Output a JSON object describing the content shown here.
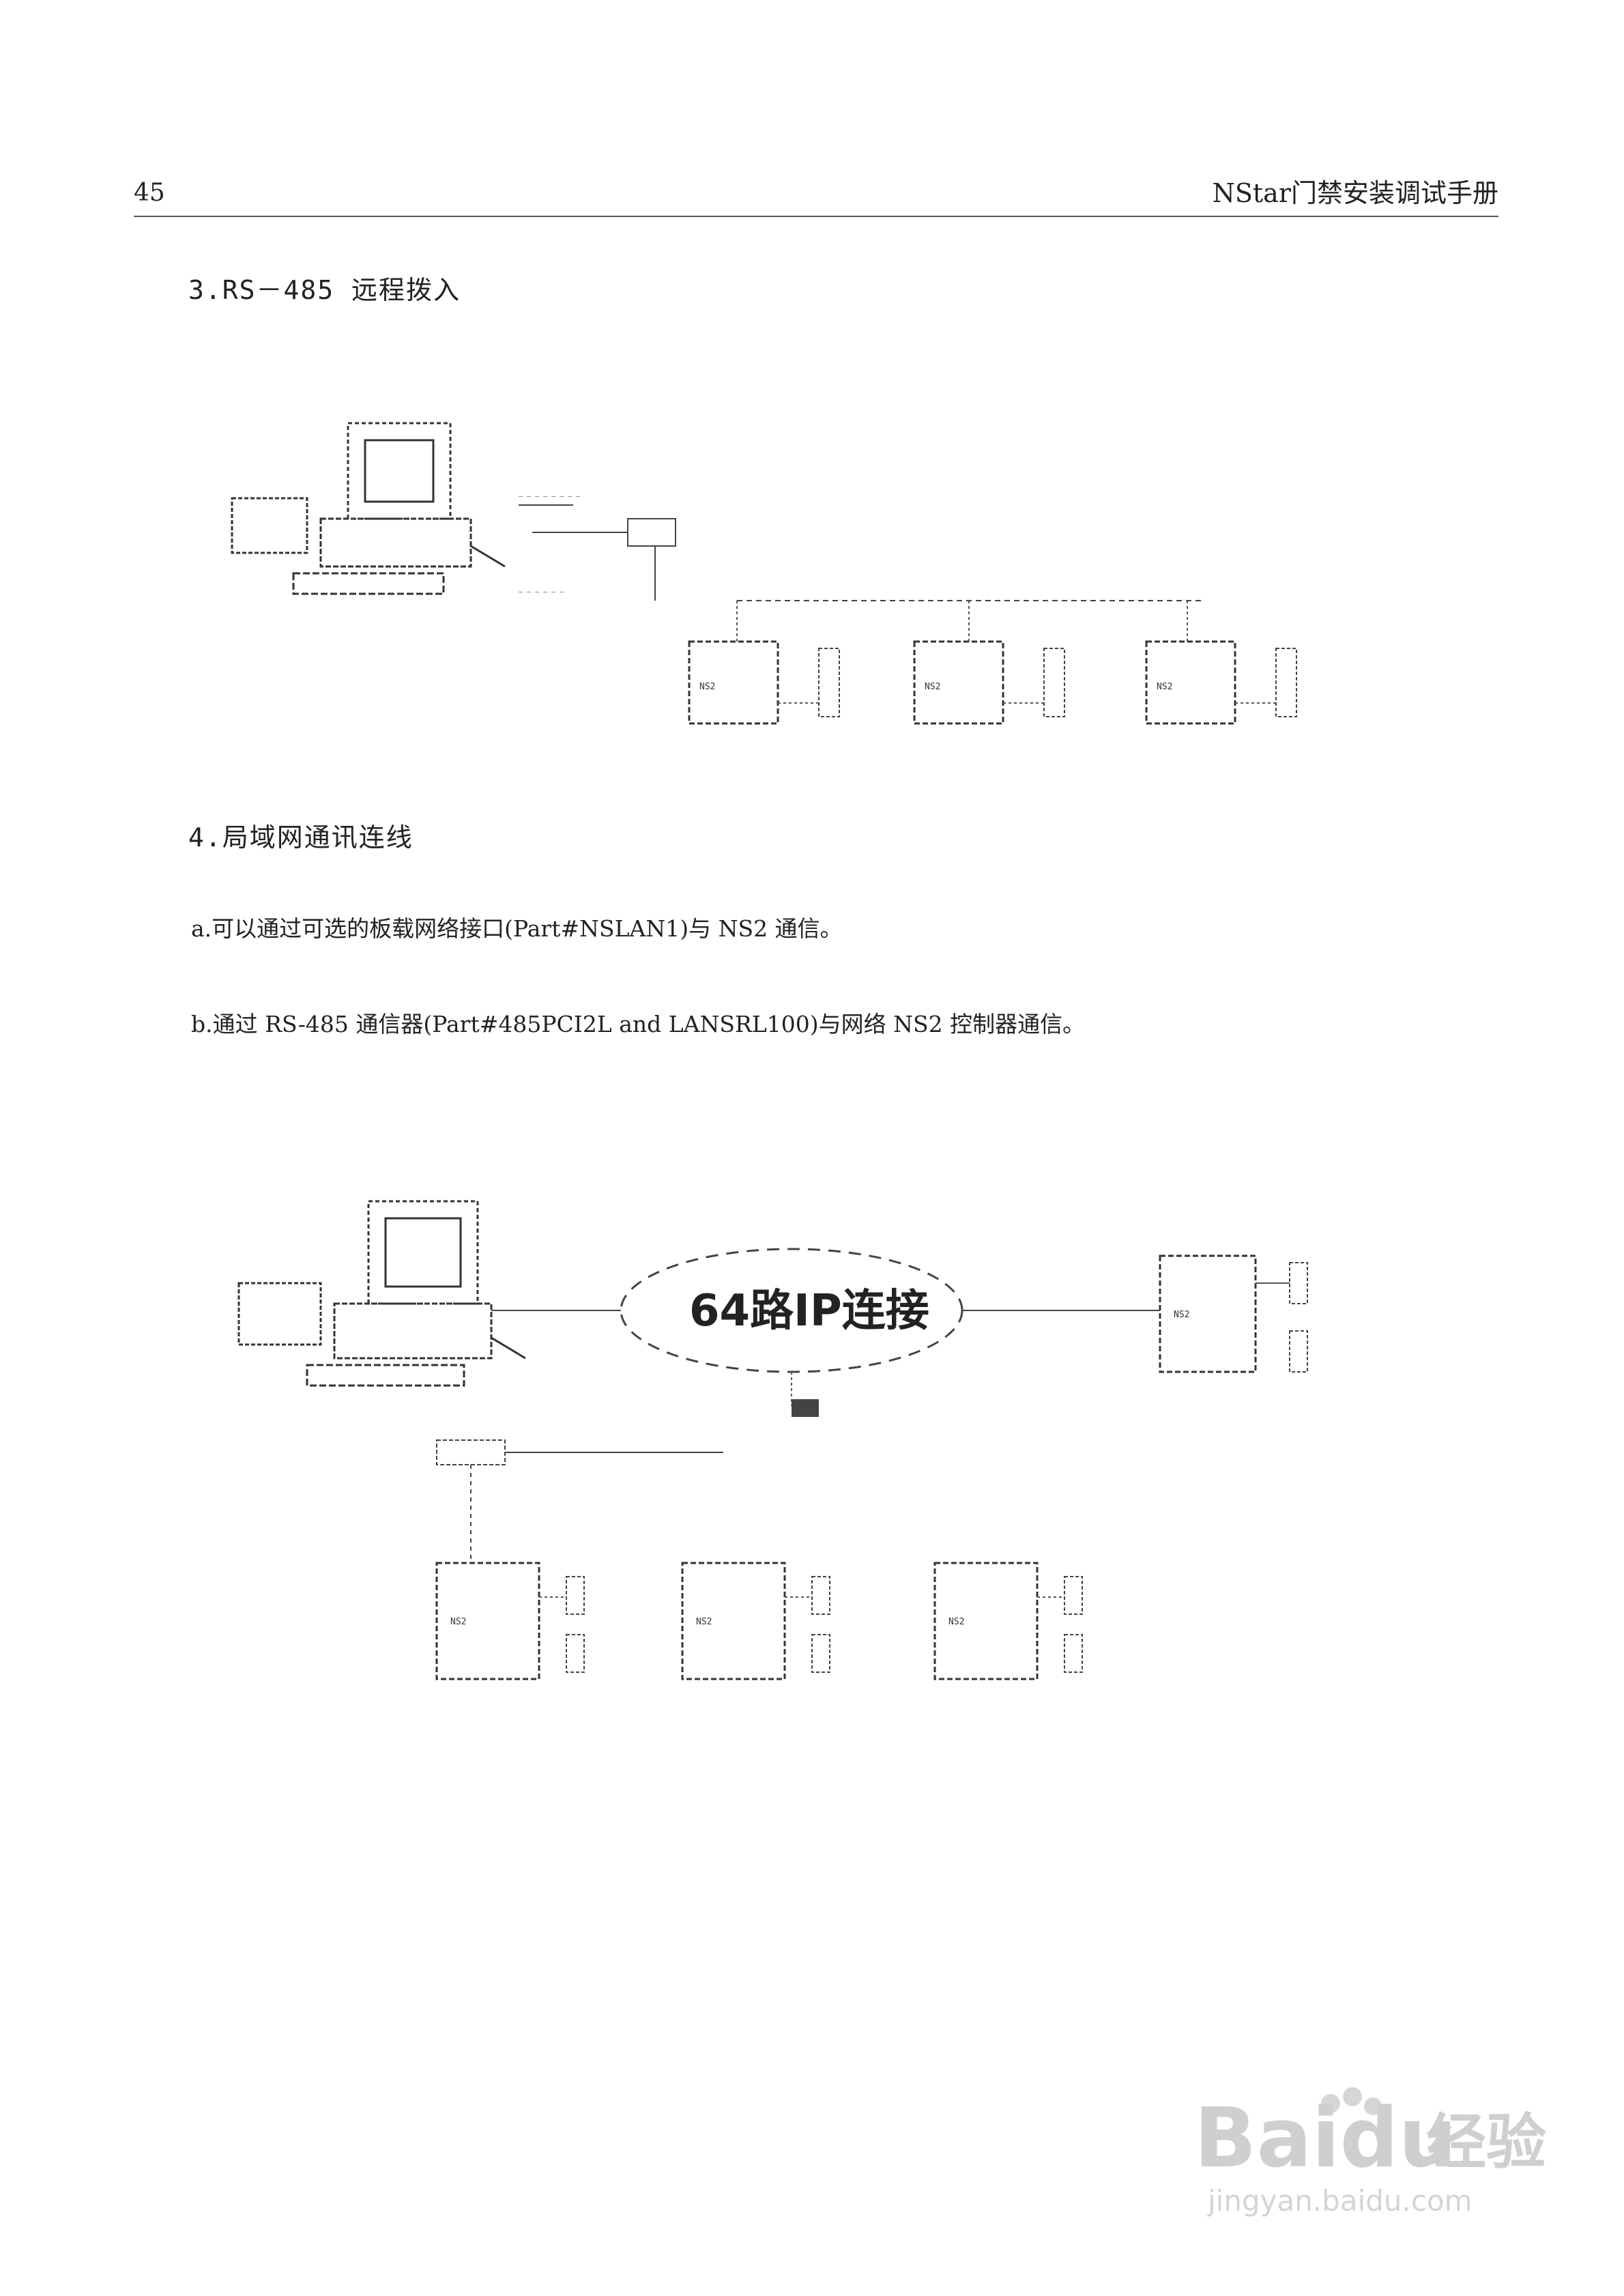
{
  "header": {
    "page_number": "45",
    "running_title": "NStar门禁安装调试手册"
  },
  "section3": {
    "heading": "3.RS－485 远程拨入",
    "diagram": {
      "controller_label": "NS2"
    }
  },
  "section4": {
    "heading": "4.局域网通讯连线",
    "para_a": "a.可以通过可选的板载网络接口(Part#NSLAN1)与 NS2 通信。",
    "para_b": "b.通过 RS-485 通信器(Part#485PCI2L  and  LANSRL100)与网络 NS2 控制器通信。",
    "diagram": {
      "cloud_label": "64路IP连接",
      "controller_label": "NS2"
    }
  },
  "watermark": {
    "brand": "Baidu",
    "cn": "经验",
    "url": "jingyan.baidu.com"
  }
}
